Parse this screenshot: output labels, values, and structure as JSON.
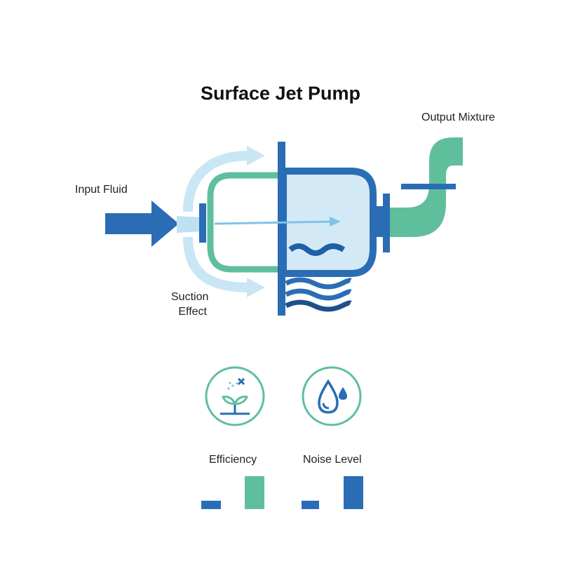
{
  "title": "Surface Jet Pump",
  "labels": {
    "input": "Input Fluid",
    "output": "Output Mixture",
    "suction_line1": "Suction",
    "suction_line2": "Effect"
  },
  "metrics": [
    {
      "label": "Efficiency",
      "icon": "sprout-icon"
    },
    {
      "label": "Noise Level",
      "icon": "water-drop-icon"
    }
  ],
  "colors": {
    "dark_blue": "#2a6db5",
    "light_blue": "#bfe0f2",
    "green": "#5fbf9c",
    "navy": "#1f4f8a"
  }
}
